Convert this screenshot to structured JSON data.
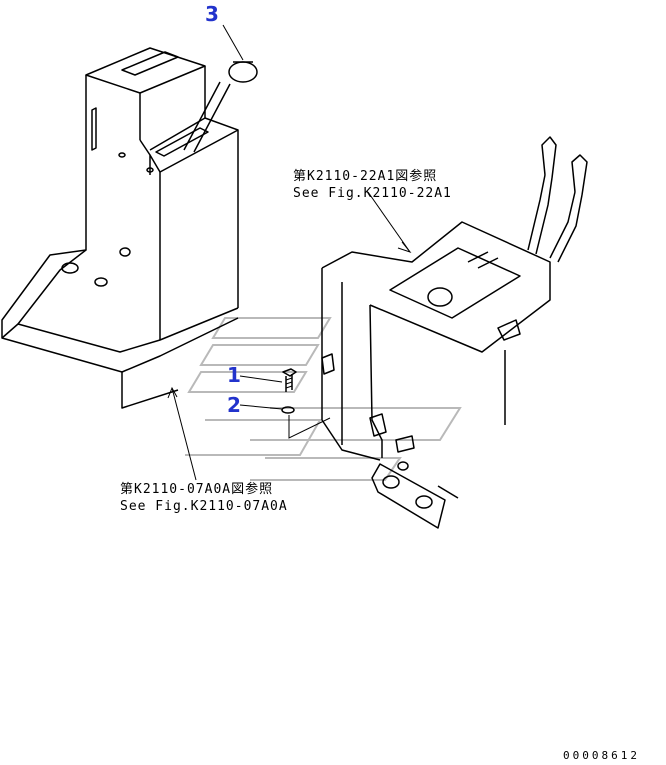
{
  "callouts": [
    {
      "number": "3",
      "part": "lever"
    },
    {
      "number": "1",
      "part": "bolt"
    },
    {
      "number": "2",
      "part": "washer"
    }
  ],
  "references": {
    "upper": {
      "jp": "第K2110-22A1図参照",
      "en": "See Fig.K2110-22A1"
    },
    "lower": {
      "jp": "第K2110-07A0A図参照",
      "en": "See Fig.K2110-07A0A"
    }
  },
  "document_id": "00008612",
  "colors": {
    "callout": "#2233cc",
    "line": "#000000",
    "watermark": "#b9b9b9"
  }
}
